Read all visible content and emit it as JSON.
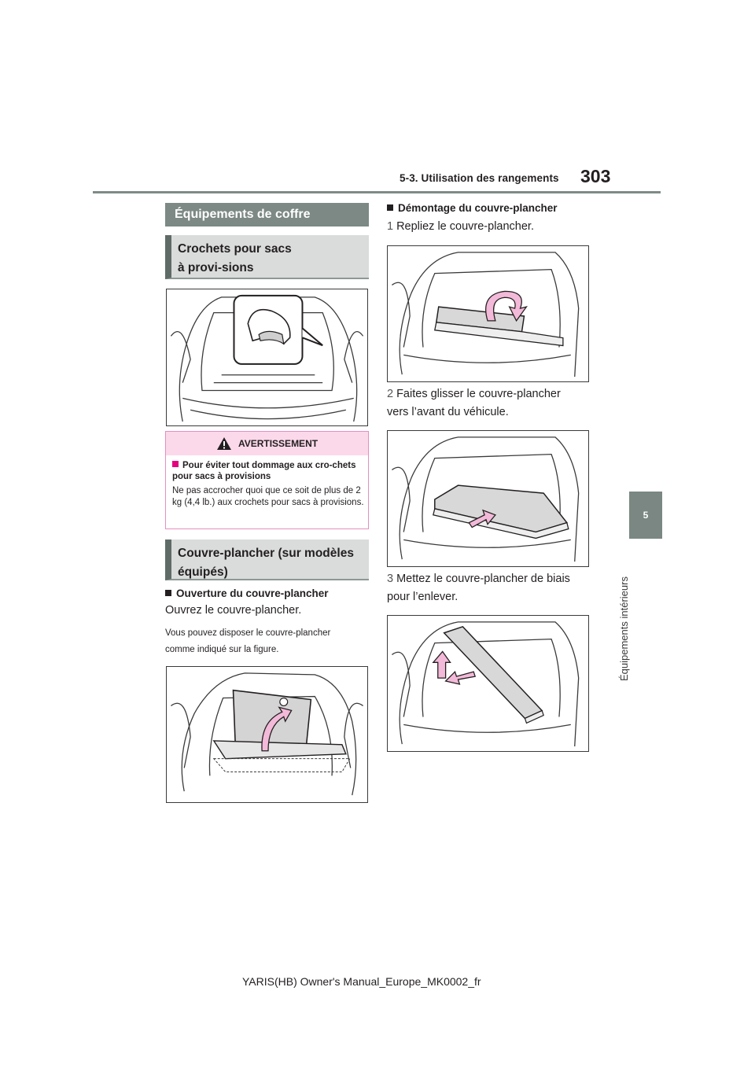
{
  "header": {
    "section": "5-3. Utilisation des rangements",
    "page_number": "303"
  },
  "sidebar": {
    "chapter_number": "5",
    "chapter_title": "Équipements intérieurs"
  },
  "left": {
    "main_heading": "Équipements de coffre",
    "hooks_heading": "Crochets pour sacs à provi-sions",
    "warning": {
      "title": "AVERTISSEMENT",
      "subtitle": "Pour éviter tout dommage aux cro-chets pour sacs à provisions",
      "text": "Ne pas accrocher quoi que ce soit de plus de 2 kg (4,4 lb.) aux crochets pour sacs à provisions."
    },
    "cover_heading": "Couvre-plancher (sur modèles équipés)",
    "opening": {
      "title": "Ouverture du couvre-plancher",
      "text": "Ouvrez le couvre-plancher.",
      "note": "Vous pouvez disposer le couvre-plancher comme indiqué sur la figure."
    }
  },
  "right": {
    "removal_title": "Démontage du couvre-plancher",
    "steps": [
      {
        "num": "1",
        "text": "Repliez le couvre-plancher."
      },
      {
        "num": "2",
        "text": "Faites glisser le couvre-plancher vers l’avant du véhicule."
      },
      {
        "num": "3",
        "text": "Mettez le couvre-plancher de biais pour l’enlever."
      }
    ]
  },
  "footer": "YARIS(HB) Owner's Manual_Europe_MK0002_fr",
  "colors": {
    "heading_gray": "#7c8984",
    "warning_pink": "#fbd9ea",
    "warning_border": "#e58fc0",
    "arrow_pink": "#f3b9d8",
    "bullet_magenta": "#e4007f"
  }
}
